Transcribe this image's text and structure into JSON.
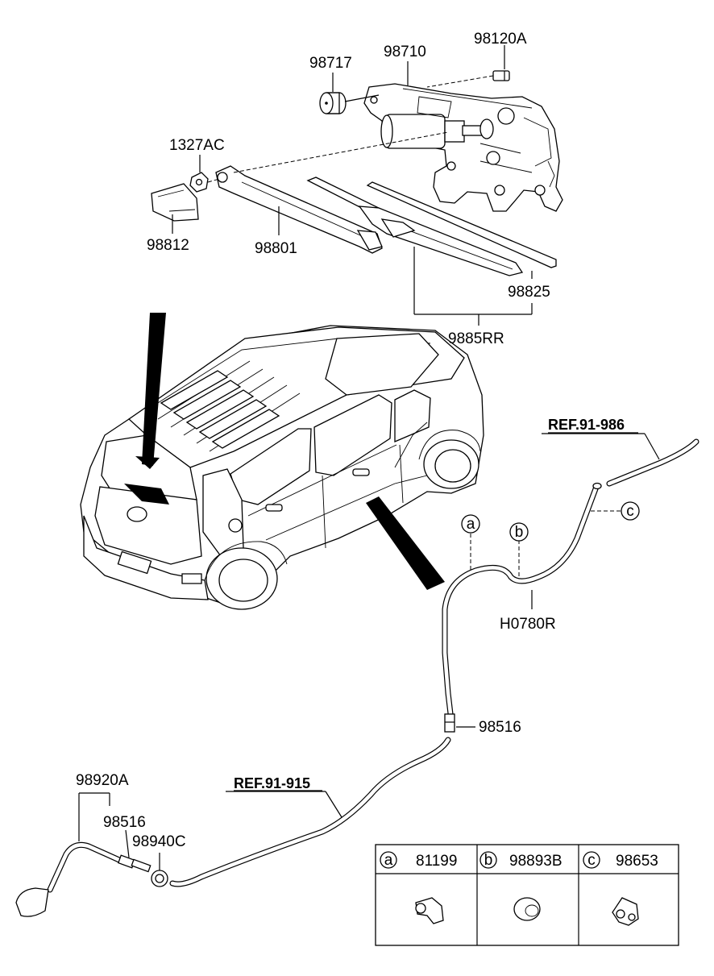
{
  "callouts": {
    "p98710": "98710",
    "p98120A": "98120A",
    "p98717": "98717",
    "p1327AC": "1327AC",
    "p98812": "98812",
    "p98801": "98801",
    "p98825": "98825",
    "p9885RR": "9885RR",
    "pH0780R": "H0780R",
    "p98516_upper": "98516",
    "p98920A": "98920A",
    "p98516_lower": "98516",
    "p98940C": "98940C"
  },
  "references": {
    "ref_upper": "REF.91-986",
    "ref_lower": "REF.91-915"
  },
  "clip_markers": {
    "a": "a",
    "b": "b",
    "c": "c"
  },
  "legend": [
    {
      "key": "a",
      "part": "81199"
    },
    {
      "key": "b",
      "part": "98893B"
    },
    {
      "key": "c",
      "part": "98653"
    }
  ]
}
